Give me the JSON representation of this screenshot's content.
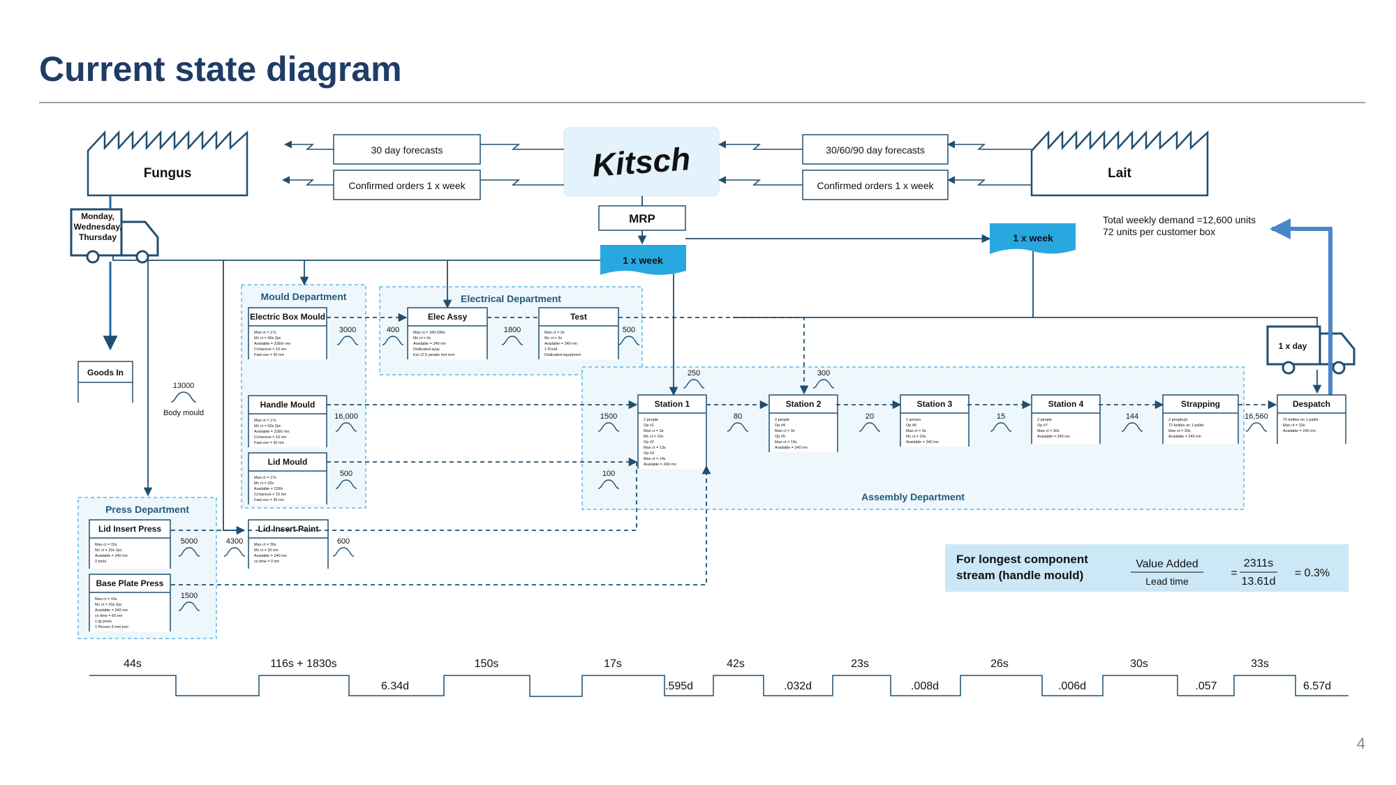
{
  "page_title": "Current state diagram",
  "page_number": "4",
  "suppliers": {
    "left": "Fungus",
    "right": "Lait"
  },
  "customer_logo": "Kitsch",
  "info_flows": {
    "left_forecast": "30 day forecasts",
    "left_orders": "Confirmed orders 1 x week",
    "right_forecast": "30/60/90 day forecasts",
    "right_orders": "Confirmed orders 1 x week"
  },
  "mrp": "MRP",
  "schedule_left": "1 x week",
  "schedule_right": "1 x week",
  "truck_left": [
    "Monday,",
    "Wednesday,",
    "Thursday"
  ],
  "truck_right": "1 x day",
  "demand": [
    "Total weekly demand =12,600 units",
    "72 units per customer box"
  ],
  "goods_in": "Goods In",
  "body_mould": {
    "inventory": "13000",
    "label": "Body mould"
  },
  "departments": {
    "mould": "Mould Department",
    "electrical": "Electrical Department",
    "assembly": "Assembly Department",
    "press": "Press Department"
  },
  "processes": {
    "electric_box_mould": {
      "title": "Electric Box Mould",
      "data": [
        "Man ct = 17s",
        "Mc ct = 40s 2pc",
        "Available = 22Ehr mn",
        "Cchanove = 15 mn",
        "Faal ove = 30 mn"
      ]
    },
    "elec_assy": {
      "title": "Elec Assy",
      "data": [
        "Man ct = 180-290s",
        "Mc ct = 0s",
        "Available = 240 mn",
        "Dedicated ayay",
        "Ext 12.5 people mct test"
      ]
    },
    "test": {
      "title": "Test",
      "data": [
        "Man ct = 3s",
        "Mc ct = 3s",
        "Available = 240 mn",
        "1 Pcs/d",
        "Dedicated equipment"
      ]
    },
    "handle_mould": {
      "title": "Handle Mould",
      "data": [
        "Man ct = 17s",
        "Mc ct = 50s 2pc",
        "Available = 22Eh mn",
        "Cchanove = 15 mn",
        "Faal ove = 30 mn"
      ]
    },
    "lid_mould": {
      "title": "Lid Mould",
      "data": [
        "Man ct = 17s",
        "Mc ct = 26s",
        "Available = 22Eh",
        "Cchanove = 15 mn",
        "Faal ove = 30 mn"
      ]
    },
    "lid_insert_press": {
      "title": "Lid Insert Press",
      "data": [
        "Man ct = 15s",
        "Mc ct = 20s 2pc",
        "Available = 240 mn",
        "2 tools"
      ]
    },
    "lid_insert_paint": {
      "title": "Lid Insert Paint",
      "data": [
        "Man ct = 30s",
        "Mc ct = 30 mn",
        "Available = 240 mn",
        "co time = 0 mn"
      ]
    },
    "base_plate_press": {
      "title": "Base Plate Press",
      "data": [
        "Man ct = 15s",
        "Mc ct = 20s 2pc",
        "Available = 240 mn",
        "co time = 60 mn",
        "1 tg press",
        "1 Person 3 mm tool"
      ]
    },
    "station1": {
      "title": "Station 1",
      "data": [
        "2 people",
        "Op #1",
        "Man ct = 3s",
        "Mc ct = 10s",
        "Op #2",
        "Man ct = 13s",
        "Op #3",
        "Man ct = 14s",
        "Available = 240 mn"
      ]
    },
    "station2": {
      "title": "Station 2",
      "data": [
        "2 people",
        "Op #4",
        "Man ct = 3s",
        "Op #5",
        "Man ct = 19s",
        "Available = 240 mn"
      ]
    },
    "station3": {
      "title": "Station 3",
      "data": [
        "1 person",
        "Op #6",
        "Man ct = 3s",
        "Mc ct = 10s",
        "Available = 240 mn"
      ]
    },
    "station4": {
      "title": "Station 4",
      "data": [
        "2 people",
        "Op #7",
        "Man ct = 30s",
        "Available = 240 mn"
      ]
    },
    "strapping": {
      "title": "Strapping",
      "data": [
        "2 people/pl",
        "72 kettles on 1 pallet",
        "Man ct = 30s",
        "Available = 240 mn"
      ]
    },
    "despatch": {
      "title": "Despatch",
      "data": [
        "72 kettles on 1 pallet",
        "Man ct = 33s",
        "Available = 240 mn"
      ]
    }
  },
  "inventories": {
    "ebm": "3000",
    "elec_in": "400",
    "elec_mid": "1800",
    "test_out": "500",
    "handle": "16,000",
    "lid": "500",
    "lip": "5000",
    "lipaint_in": "4300",
    "lipaint_out": "600",
    "bpp": "1500",
    "s1_top": "250",
    "s2_top": "300",
    "s1_in": "1500",
    "s1_in2": "100",
    "s1_s2": "80",
    "s2_s3": "20",
    "s3_s4": "15",
    "s4_str": "144",
    "str_desp": "16,560"
  },
  "value_added": {
    "caption": [
      "For longest component",
      "stream (handle mould)"
    ],
    "numerator_label": "Value Added",
    "denominator_label": "Lead time",
    "numerator_value": "2311s",
    "denominator_value": "13.61d",
    "equals": "=",
    "result": "= 0.3%"
  },
  "timeline": {
    "upper": [
      "44s",
      "116s + 1830s",
      "150s",
      "17s",
      "42s",
      "23s",
      "26s",
      "30s",
      "33s"
    ],
    "lower": [
      "6.34d",
      ".595d",
      ".032d",
      ".008d",
      ".006d",
      ".057",
      "6.57d"
    ]
  },
  "colors": {
    "navy": "#1f3c66",
    "line": "#1f4e6f",
    "accent": "#29a8e0",
    "light": "#cce8f7"
  }
}
